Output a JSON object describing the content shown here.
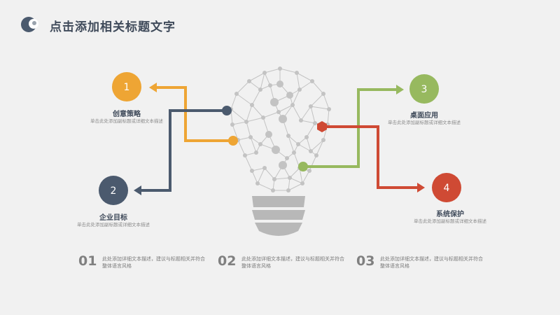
{
  "page": {
    "title": "点击添加相关标题文字"
  },
  "nodes": [
    {
      "number": "1",
      "heading": "创意策略",
      "desc": "单击此处添加副标题或详细文本描述",
      "color": "#eea534"
    },
    {
      "number": "2",
      "heading": "企业目标",
      "desc": "单击此处添加副标题或详细文本描述",
      "color": "#4b5a6e"
    },
    {
      "number": "3",
      "heading": "桌面应用",
      "desc": "单击此处添加副标题或详细文本描述",
      "color": "#97b95f"
    },
    {
      "number": "4",
      "heading": "系统保护",
      "desc": "单击此处添加副标题或详细文本描述",
      "color": "#cf4a34"
    }
  ],
  "bottom": [
    {
      "number": "01",
      "text": "此处添加详细文本描述，建议与标题相关并符合整体语言风格"
    },
    {
      "number": "02",
      "text": "此处添加详细文本描述，建议与标题相关并符合整体语言风格"
    },
    {
      "number": "03",
      "text": "此处添加详细文本描述，建议与标题相关并符合整体语言风格"
    }
  ],
  "colors": {
    "bulb": "#c3c3c3",
    "bulb_base": "#b8b8b8",
    "title": "#3f4a5a"
  }
}
